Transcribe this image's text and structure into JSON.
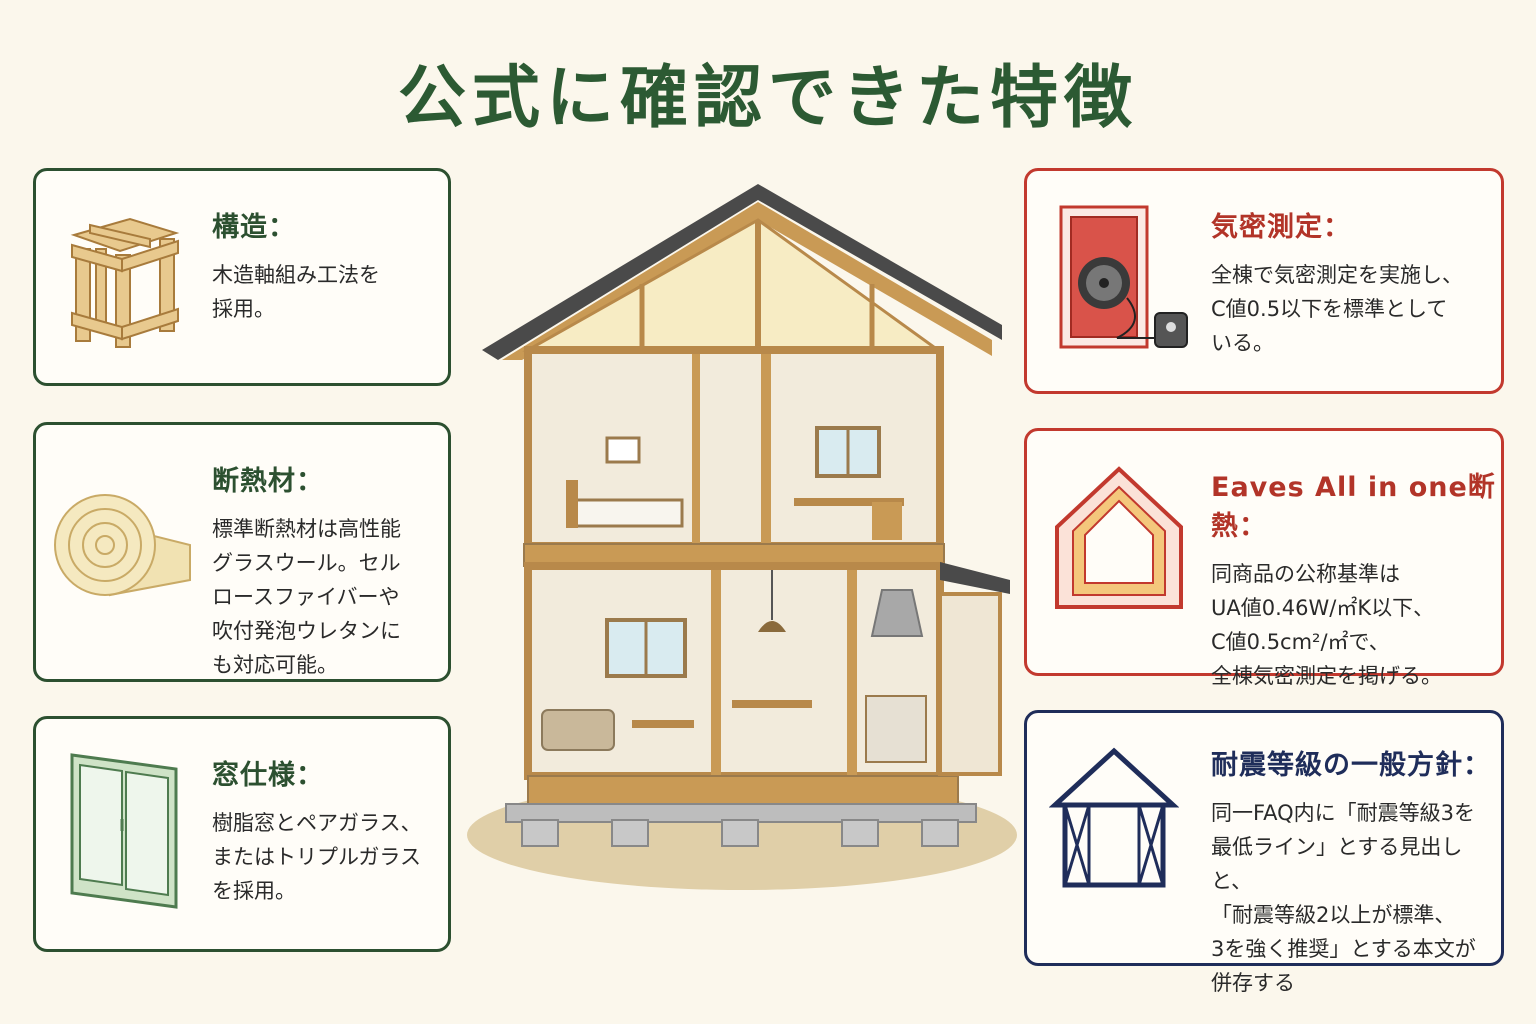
{
  "page_title": "公式に確認できた特徴",
  "cards": {
    "structure": {
      "title": "構造：",
      "body": "木造軸組み工法を\n採用。",
      "icon": "timber-frame-icon"
    },
    "insulation": {
      "title": "断熱材：",
      "body": "標準断熱材は高性能\nグラスウール。セル\nロースファイバーや\n吹付発泡ウレタンに\nも対応可能。",
      "icon": "insulation-roll-icon"
    },
    "window": {
      "title": "窓仕様：",
      "body": "樹脂窓とペアガラス、\nまたはトリプルガラス\nを採用。",
      "icon": "window-icon"
    },
    "airtight": {
      "title": "気密測定：",
      "body": "全棟で気密測定を実施し、\nC値0.5以下を標準として\nいる。",
      "icon": "blower-door-icon"
    },
    "eaves": {
      "title": "Eaves All in one断熱：",
      "body": "同商品の公称基準は\nUA値0.46W/㎡K以下、\nC値0.5cm²/㎡で、\n全棟気密測定を掲げる。",
      "icon": "insulated-house-icon"
    },
    "seismic": {
      "title": "耐震等級の一般方針：",
      "body": "同一FAQ内に「耐震等級3を\n最低ライン」とする見出しと、\n「耐震等級2以上が標準、\n3を強く推奨」とする本文が\n併存する",
      "icon": "braced-house-icon"
    }
  },
  "colors": {
    "green": "#2c5030",
    "red": "#c2392e",
    "navy": "#1f2d5a",
    "background": "#fbf7ec"
  }
}
